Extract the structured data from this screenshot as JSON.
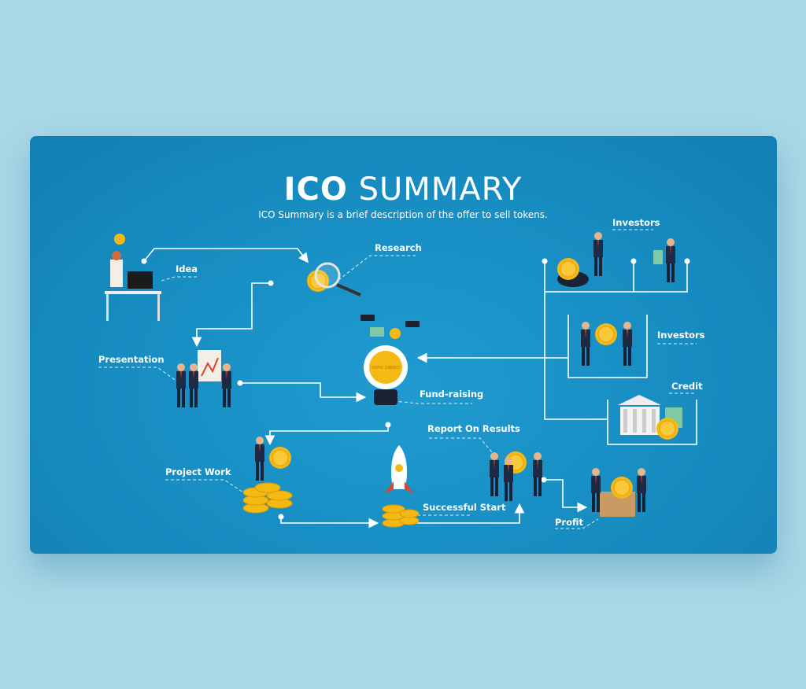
{
  "title": {
    "bold": "ICO",
    "light": "SUMMARY"
  },
  "subtitle": "ICO Summary is a brief description of the offer to sell tokens.",
  "steps": {
    "idea": "Idea",
    "research": "Research",
    "presentation": "Presentation",
    "fund_raising": "Fund-raising",
    "project_work": "Project Work",
    "successful_start": "Successful Start",
    "report_on_results": "Report On Results",
    "profit": "Profit",
    "investors_top": "Investors",
    "investors_middle": "Investors",
    "credit": "Credit"
  },
  "coin_text": "CRYPTO CURRENCY",
  "colors": {
    "background": "#a9d7e6",
    "slide": "#168bc0",
    "coin": "#f5b914",
    "line": "#ffffff"
  }
}
